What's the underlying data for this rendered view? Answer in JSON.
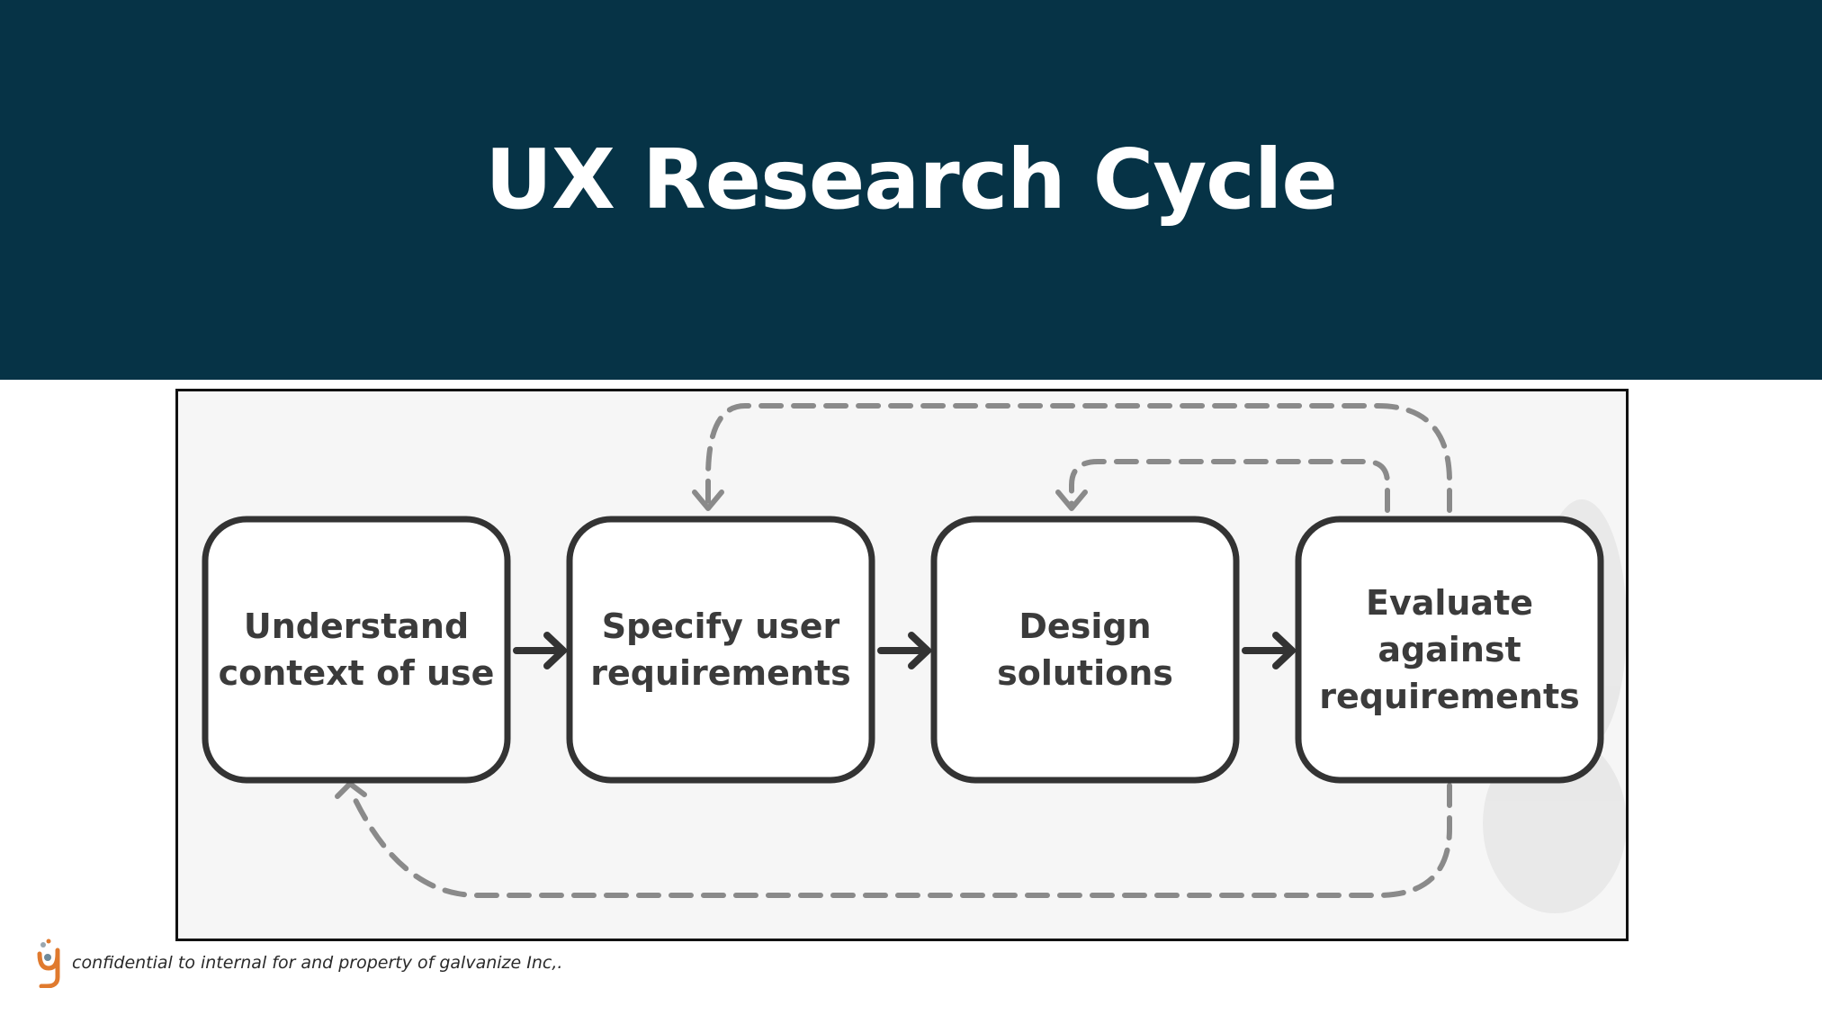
{
  "slide": {
    "title": "UX Research Cycle",
    "footer_text": "confidential to internal for and property of galvanize Inc,."
  },
  "diagram": {
    "steps": [
      {
        "lines": [
          "Understand",
          "context of use"
        ]
      },
      {
        "lines": [
          "Specify user",
          "requirements"
        ]
      },
      {
        "lines": [
          "Design",
          "solutions"
        ]
      },
      {
        "lines": [
          "Evaluate",
          "against",
          "requirements"
        ]
      }
    ],
    "feedback_loops": [
      {
        "from_step": 4,
        "to_step": 2
      },
      {
        "from_step": 4,
        "to_step": 3
      },
      {
        "from_step": 4,
        "to_step": 1
      }
    ]
  },
  "colors": {
    "header_background": "#063346",
    "title_text": "#ffffff",
    "diagram_background": "#f6f6f6",
    "box_stroke": "#333333",
    "dashed_arrow": "#8a8a8a",
    "logo_accent": "#e07a2e"
  },
  "icons": {
    "logo": "galvanize-logo-icon"
  }
}
